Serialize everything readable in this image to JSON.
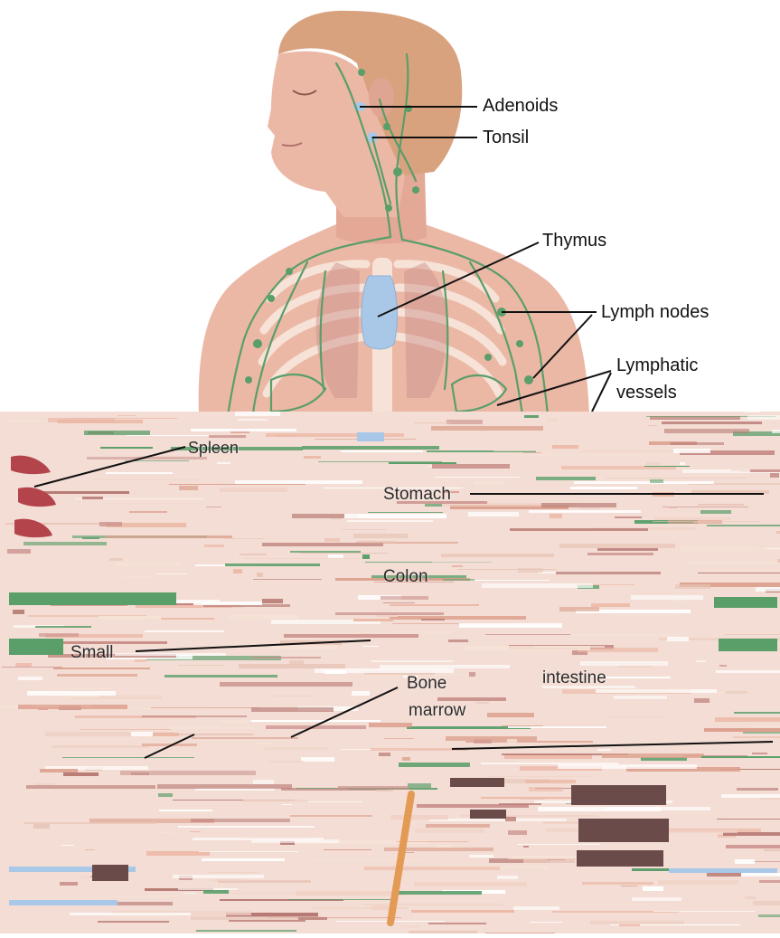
{
  "labels": {
    "adenoids": "Adenoids",
    "tonsil": "Tonsil",
    "thymus": "Thymus",
    "lymph_nodes": "Lymph nodes",
    "lymphatic_vessels_line1": "Lymphatic",
    "lymphatic_vessels_line2": "vessels",
    "spleen": "Spleen",
    "stomach": "Stomach",
    "colon": "Colon",
    "small": "Small",
    "intestine": "intestine",
    "bone_line1": "Bone",
    "bone_line2": "marrow"
  },
  "colors": {
    "skin": "#ecb8a6",
    "skin_shadow": "#dc9f8d",
    "hair": "#d9a27f",
    "bone": "#f6e2d6",
    "lymph_green": "#5a9e6a",
    "organ_blue": "#a9c8e8",
    "muscle_red": "#b4444c",
    "dark_stripe": "#6b4a4a",
    "orange": "#e39a55"
  }
}
